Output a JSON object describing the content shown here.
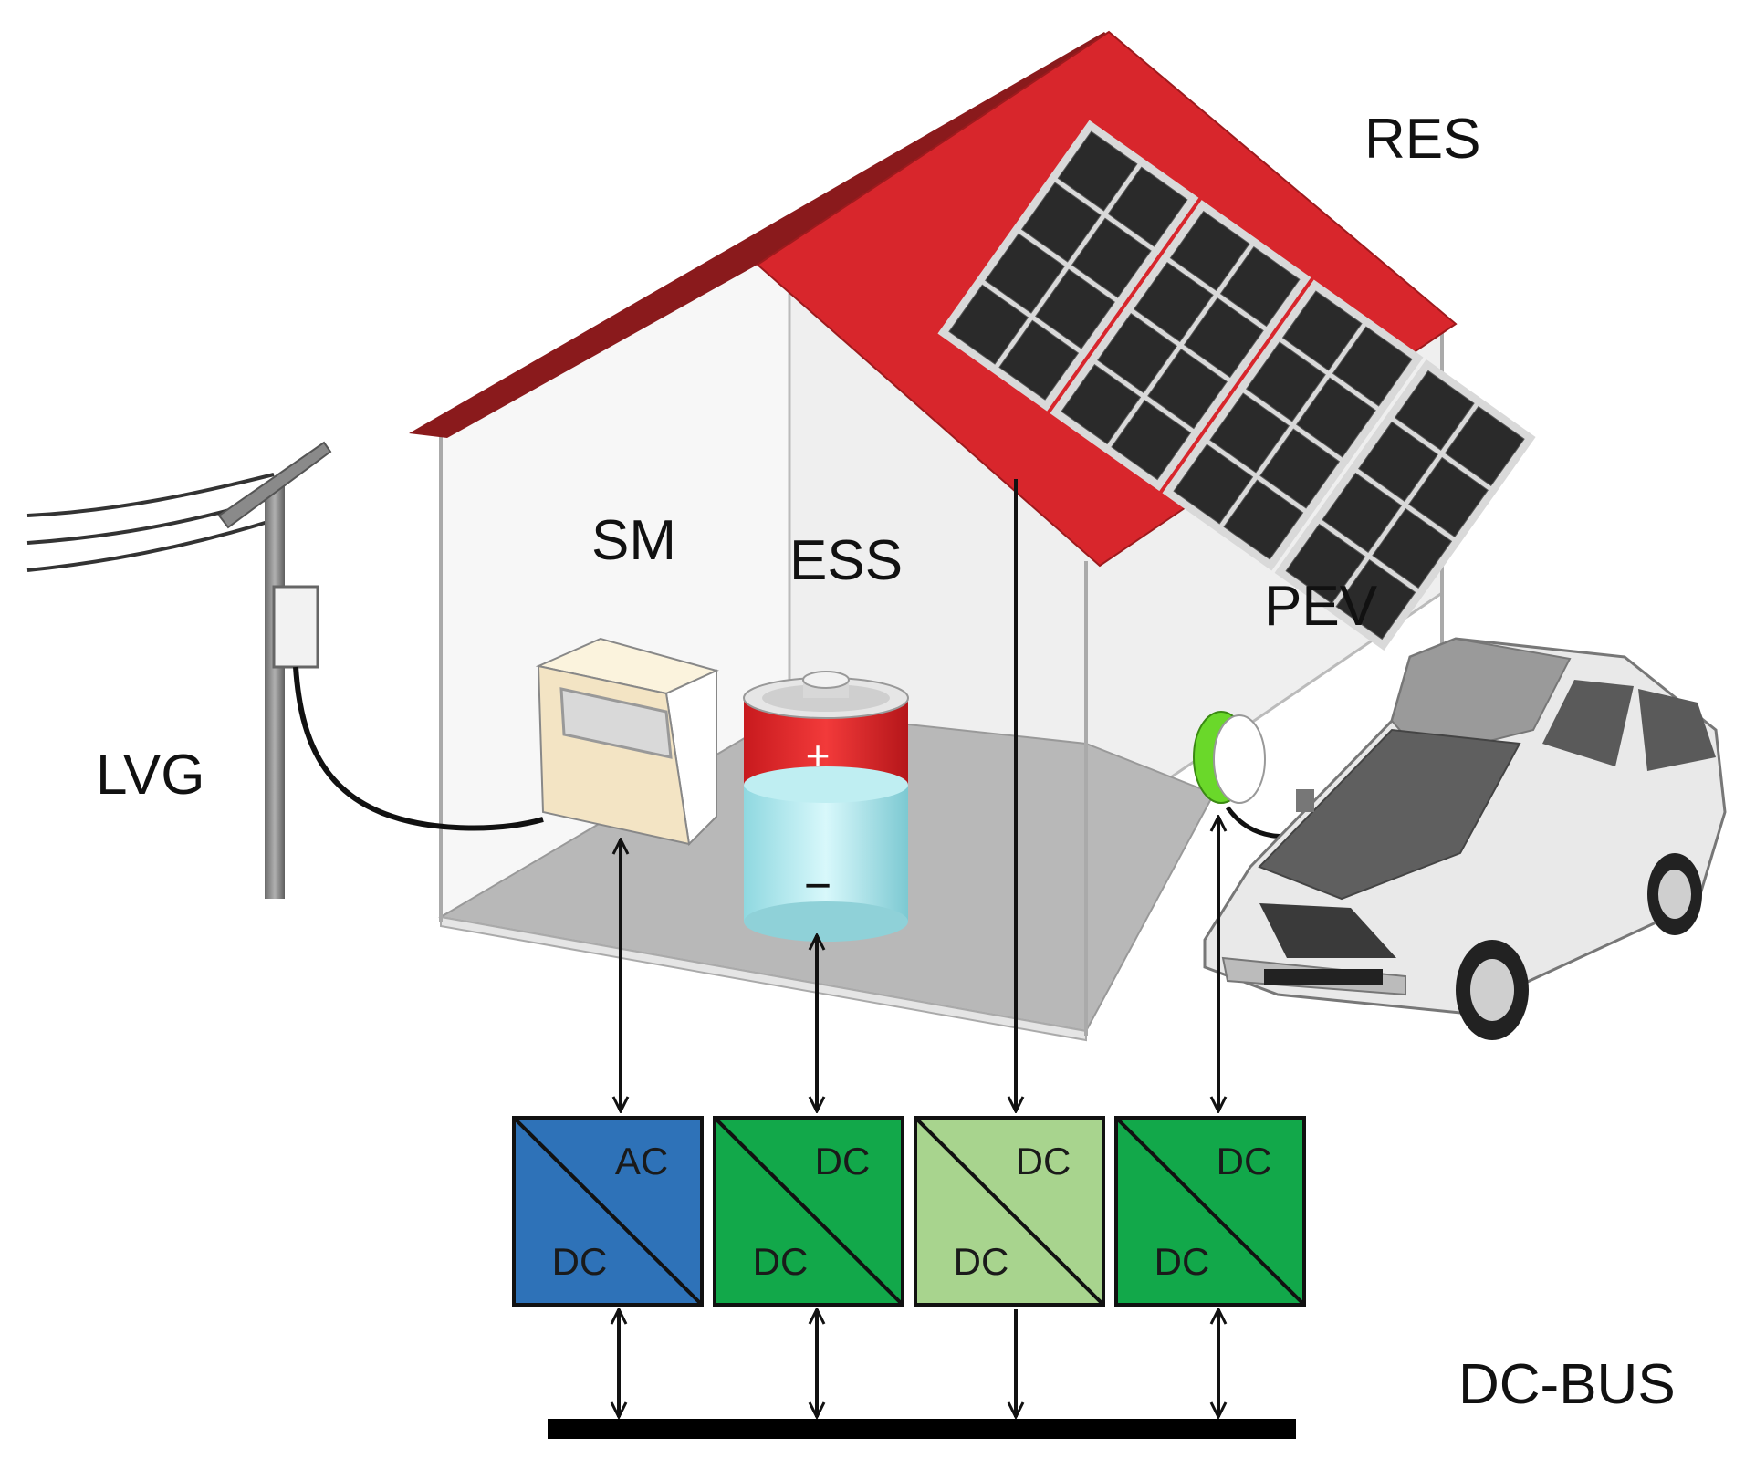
{
  "labels": {
    "res": "RES",
    "sm": "SM",
    "ess": "ESS",
    "pev": "PEV",
    "lvg": "LVG",
    "dc_bus": "DC-BUS"
  },
  "battery": {
    "plus": "+",
    "minus": "−"
  },
  "converters": [
    {
      "top": "AC",
      "bottom": "DC",
      "color": "#2e72b8"
    },
    {
      "top": "DC",
      "bottom": "DC",
      "color": "#12a84a"
    },
    {
      "top": "DC",
      "bottom": "DC",
      "color": "#a8d48e"
    },
    {
      "top": "DC",
      "bottom": "DC",
      "color": "#12a84a"
    }
  ],
  "colors": {
    "roof": "#d8262c",
    "roof_dark": "#8a1a1c",
    "panel": "#2a2a2a",
    "floor": "#b8b8b8",
    "meter": "#f3e4c4",
    "battery_top": "#e8262a",
    "battery_body": "#bfeef2",
    "charger": "#6ad82a",
    "car": "#e9e9e9"
  },
  "icons": [
    "utility-pole-icon",
    "smart-meter-icon",
    "battery-icon",
    "solar-panel-icon",
    "ev-charger-icon",
    "car-icon"
  ]
}
